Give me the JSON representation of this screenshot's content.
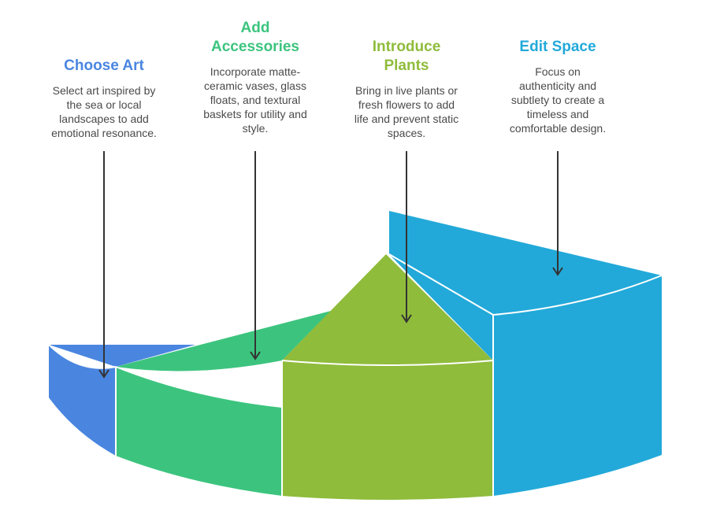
{
  "steps": [
    {
      "title": "Choose Art",
      "description": "Select art inspired by\nthe sea or local\nlandscapes to add\nemotional resonance.",
      "color": "#4A86E0"
    },
    {
      "title": "Add\nAccessories",
      "description": "Incorporate matte-\nceramic vases, glass\nfloats, and textural\nbaskets for utility and\nstyle.",
      "color": "#3CC47E"
    },
    {
      "title": "Introduce\nPlants",
      "description": "Bring in live plants or\nfresh flowers to add\nlife and prevent static\nspaces.",
      "color": "#8FBC3B"
    },
    {
      "title": "Edit Space",
      "description": "Focus on\nauthenticity and\nsubtlety to create a\ntimeless and\ncomfortable design.",
      "color": "#22A9D9"
    }
  ],
  "arrow_color": "#333333"
}
